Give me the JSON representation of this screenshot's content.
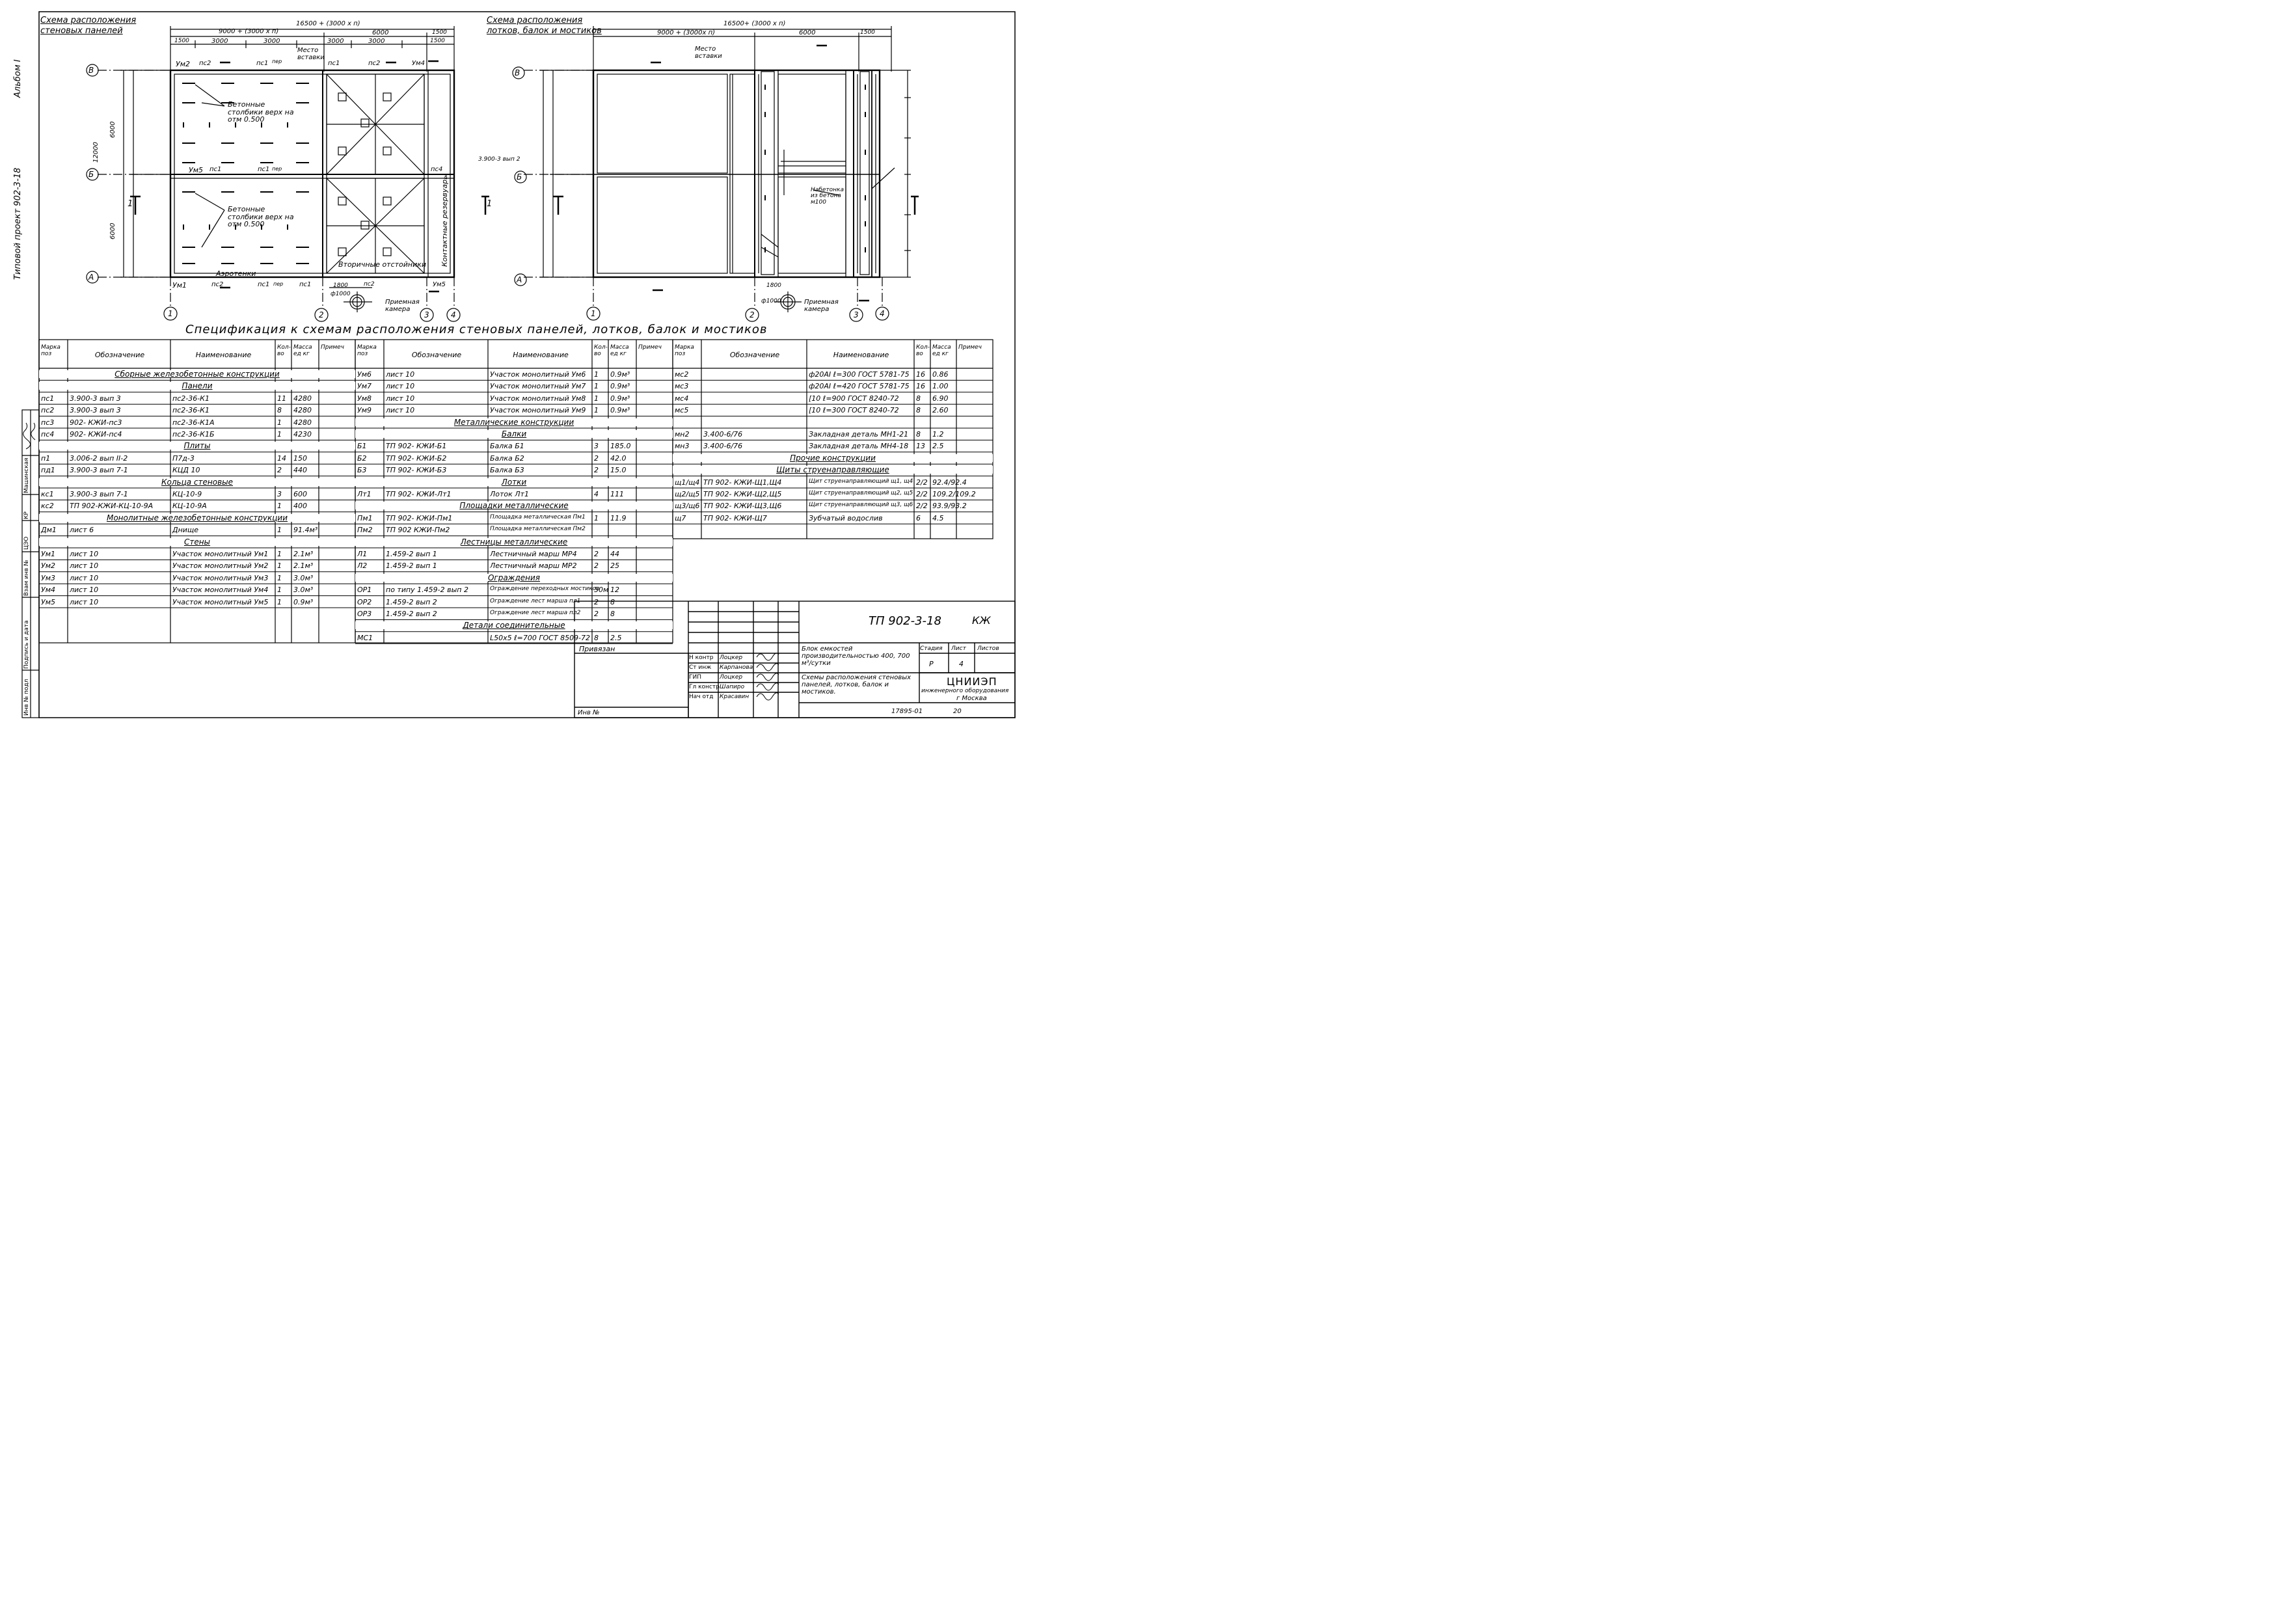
{
  "left_margin": {
    "project": "Типовой проект 902-3-18",
    "album": "Альбом I",
    "stamp_labels": [
      "Инв № подл",
      "Подпись и дата",
      "Взам инв №",
      "ЦЭО",
      "КР",
      "Машинская"
    ]
  },
  "scheme1": {
    "title1": "Схема расположения",
    "title2": "стеновых панелей",
    "dim_total": "16500 + (3000 х п)",
    "dim_a": "9000 + (3000 х п)",
    "dim_b": "6000",
    "dim_c": "1500",
    "dims_top": [
      "1500",
      "3000",
      "3000",
      "3000",
      "3000",
      "1500"
    ],
    "place_insert": "Место вставки",
    "labels_top": [
      "Ум2",
      "пс2",
      "пс1",
      "пер",
      "пс1",
      "пс2",
      "Ум4"
    ],
    "labels_mid": [
      "Ум5",
      "пс1",
      "пс1",
      "пер",
      "пс4"
    ],
    "labels_bot": [
      "Ум1",
      "пс2",
      "пс1",
      "пер",
      "пс1",
      "пс2",
      "Ум5"
    ],
    "concrete_posts1": "Бетонные столбики верх на отм 0.500",
    "concrete_posts2": "Бетонные столбики верх на отм 0.500",
    "aeration": "Аэротенки",
    "secondary": "Вторичные отстойники",
    "contact": "Контактные резервуары",
    "receiving": "Приемная камера",
    "diam": "ф1000",
    "dim_1800": "1800",
    "dim_6000": "6000",
    "dim_12000": "12000",
    "ref": "3.900-3 вып 2",
    "section": "1",
    "axes_v": [
      "В",
      "Б",
      "А"
    ],
    "axes_h": [
      "1",
      "2",
      "3",
      "4"
    ]
  },
  "scheme2": {
    "title1": "Схема расположения",
    "title2": "лотков, балок и мостиков",
    "dim_total": "16500+ (3000 х п)",
    "dim_a": "9000 + (3000х п)",
    "dim_b": "6000",
    "dim_c": "1500",
    "place_insert": "Место вставки",
    "fill": "Набетонка из бетона м100",
    "receiving": "Приемная камера",
    "diam": "ф1000",
    "dim_1800": "1800",
    "axes_v": [
      "В",
      "Б",
      "А"
    ],
    "axes_h": [
      "1",
      "2",
      "3",
      "4"
    ]
  },
  "spec_title": "Спецификация к схемам расположения стеновых панелей, лотков, балок и мостиков",
  "table_headers": {
    "mark": "Марка поз",
    "designation": "Обозначение",
    "name": "Наименование",
    "qty": "Кол-во",
    "mass": "Масса ед кг",
    "note": "Примеч"
  },
  "table1": [
    {
      "section": "Сборные железобетонные конструкции"
    },
    {
      "section": "Панели"
    },
    {
      "m": "пс1",
      "d": "3.900-3 вып 3",
      "n": "пс2-36-К1",
      "q": "11",
      "w": "4280"
    },
    {
      "m": "пс2",
      "d": "3.900-3 вып 3",
      "n": "пс2-36-К1",
      "q": "8",
      "w": "4280"
    },
    {
      "m": "пс3",
      "d": "902- КЖИ-пс3",
      "n": "пс2-36-К1А",
      "q": "1",
      "w": "4280"
    },
    {
      "m": "пс4",
      "d": "902- КЖИ-пс4",
      "n": "пс2-36-К1Б",
      "q": "1",
      "w": "4230"
    },
    {
      "section": "Плиты"
    },
    {
      "m": "п1",
      "d": "3.006-2 вып II-2",
      "n": "П7д-3",
      "q": "14",
      "w": "150"
    },
    {
      "m": "пд1",
      "d": "3.900-3 вып 7-1",
      "n": "КЦД 10",
      "q": "2",
      "w": "440"
    },
    {
      "section": "Кольца стеновые"
    },
    {
      "m": "кс1",
      "d": "3.900-3 вып 7-1",
      "n": "КЦ-10-9",
      "q": "3",
      "w": "600"
    },
    {
      "m": "кс2",
      "d": "ТП 902-КЖИ-КЦ-10-9А",
      "n": "КЦ-10-9А",
      "q": "1",
      "w": "400"
    },
    {
      "section": "Монолитные железобетонные конструкции"
    },
    {
      "m": "Дм1",
      "d": "лист 6",
      "n": "Днище",
      "q": "1",
      "w": "91.4м³"
    },
    {
      "section": "Стены"
    },
    {
      "m": "Ум1",
      "d": "лист 10",
      "n": "Участок монолитный Ум1",
      "q": "1",
      "w": "2.1м³"
    },
    {
      "m": "Ум2",
      "d": "лист 10",
      "n": "Участок монолитный Ум2",
      "q": "1",
      "w": "2.1м³"
    },
    {
      "m": "Ум3",
      "d": "лист 10",
      "n": "Участок монолитный Ум3",
      "q": "1",
      "w": "3.0м³"
    },
    {
      "m": "Ум4",
      "d": "лист 10",
      "n": "Участок монолитный Ум4",
      "q": "1",
      "w": "3.0м³"
    },
    {
      "m": "Ум5",
      "d": "лист 10",
      "n": "Участок монолитный Ум5",
      "q": "1",
      "w": "0.9м³"
    }
  ],
  "table2": [
    {
      "m": "Ум6",
      "d": "лист 10",
      "n": "Участок монолитный Ум6",
      "q": "1",
      "w": "0.9м³"
    },
    {
      "m": "Ум7",
      "d": "лист 10",
      "n": "Участок монолитный Ум7",
      "q": "1",
      "w": "0.9м³"
    },
    {
      "m": "Ум8",
      "d": "лист 10",
      "n": "Участок монолитный Ум8",
      "q": "1",
      "w": "0.9м³"
    },
    {
      "m": "Ум9",
      "d": "лист 10",
      "n": "Участок монолитный Ум9",
      "q": "1",
      "w": "0.9м³"
    },
    {
      "section": "Металлические конструкции"
    },
    {
      "section": "Балки"
    },
    {
      "m": "Б1",
      "d": "ТП 902- КЖИ-Б1",
      "n": "Балка Б1",
      "q": "3",
      "w": "185.0"
    },
    {
      "m": "Б2",
      "d": "ТП 902- КЖИ-Б2",
      "n": "Балка Б2",
      "q": "2",
      "w": "42.0"
    },
    {
      "m": "Б3",
      "d": "ТП 902- КЖИ-Б3",
      "n": "Балка Б3",
      "q": "2",
      "w": "15.0"
    },
    {
      "section": "Лотки"
    },
    {
      "m": "Лт1",
      "d": "ТП 902- КЖИ-Лт1",
      "n": "Лоток Лт1",
      "q": "4",
      "w": "111"
    },
    {
      "section": "Площадки металлические"
    },
    {
      "m": "Пм1",
      "d": "ТП 902- КЖИ-Пм1",
      "n": "Площадка металлическая Пм1",
      "q": "1",
      "w": "11.9"
    },
    {
      "m": "Пм2",
      "d": "ТП 902 КЖИ-Пм2",
      "n": "Площадка металлическая Пм2",
      "q": "",
      "w": ""
    },
    {
      "section": "Лестницы металлические"
    },
    {
      "m": "Л1",
      "d": "1.459-2 вып 1",
      "n": "Лестничный марш МР4",
      "q": "2",
      "w": "44"
    },
    {
      "m": "Л2",
      "d": "1.459-2 вып 1",
      "n": "Лестничный марш МР2",
      "q": "2",
      "w": "25"
    },
    {
      "section": "Ограждения"
    },
    {
      "m": "ОР1",
      "d": "по типу 1.459-2 вып 2",
      "n": "Ограждение переходных мостиков",
      "q": "50м",
      "w": "12"
    },
    {
      "m": "ОР2",
      "d": "1.459-2 вып 2",
      "n": "Ограждение лест марша пл1",
      "q": "2",
      "w": "8"
    },
    {
      "m": "ОР3",
      "d": "1.459-2 вып 2",
      "n": "Ограждение лест марша пл2",
      "q": "2",
      "w": "8"
    },
    {
      "section": "Детали соединительные"
    },
    {
      "m": "МС1",
      "d": "",
      "n": "L50х5 ℓ=700 ГОСТ 8509-72",
      "q": "8",
      "w": "2.5"
    }
  ],
  "table3": [
    {
      "m": "мс2",
      "d": "",
      "n": "ф20АI ℓ=300 ГОСТ 5781-75",
      "q": "16",
      "w": "0.86"
    },
    {
      "m": "мс3",
      "d": "",
      "n": "ф20АI ℓ=420 ГОСТ 5781-75",
      "q": "16",
      "w": "1.00"
    },
    {
      "m": "мс4",
      "d": "",
      "n": "[10 ℓ=900 ГОСТ 8240-72",
      "q": "8",
      "w": "6.90"
    },
    {
      "m": "мс5",
      "d": "",
      "n": "[10 ℓ=300 ГОСТ 8240-72",
      "q": "8",
      "w": "2.60"
    },
    {
      "blank": true
    },
    {
      "m": "мн2",
      "d": "3.400-6/76",
      "n": "Закладная деталь МН1-21",
      "q": "8",
      "w": "1.2"
    },
    {
      "m": "мн3",
      "d": "3.400-6/76",
      "n": "Закладная деталь МН4-18",
      "q": "13",
      "w": "2.5"
    },
    {
      "section": "Прочие конструкции"
    },
    {
      "section": "Щиты струенаправляющие"
    },
    {
      "m": "щ1/щ4",
      "d": "ТП 902- КЖИ-Щ1,Щ4",
      "n": "Щит струенаправляющий щ1, щ4",
      "q": "2/2",
      "w": "92.4/92.4"
    },
    {
      "m": "щ2/щ5",
      "d": "ТП 902- КЖИ-Щ2,Щ5",
      "n": "Щит струенаправляющий щ2, щ5",
      "q": "2/2",
      "w": "109.2/109.2"
    },
    {
      "m": "щ3/щ6",
      "d": "ТП 902- КЖИ-Щ3,Щ6",
      "n": "Щит струенаправляющий щ3, щ6",
      "q": "2/2",
      "w": "93.9/93.2"
    },
    {
      "m": "щ7",
      "d": "ТП 902- КЖИ-Щ7",
      "n": "Зубчатый водослив",
      "q": "6",
      "w": "4.5"
    }
  ],
  "title_block": {
    "code": "ТП 902-3-18",
    "kzh": "КЖ",
    "bound": "Привязан",
    "inv": "Инв №",
    "roles": [
      "Н контр",
      "Ст инж",
      "ГИП",
      "Гл констр",
      "Нач отд"
    ],
    "names": [
      "Лоцкер",
      "Карпанова",
      "Лоцкер",
      "Шапиро",
      "Красавин"
    ],
    "object": "Блок емкостей производительностью 400, 700 м³/сутки",
    "sheet_title": "Схемы расположения стеновых панелей, лотков, балок и мостиков.",
    "stage_h": "Стадия",
    "sheet_h": "Лист",
    "sheets_h": "Листов",
    "stage": "Р",
    "sheet": "4",
    "org": "ЦНИИЭП",
    "org2": "инженерного оборудования",
    "city": "г Москва",
    "number": "17895-01",
    "page": "20"
  }
}
